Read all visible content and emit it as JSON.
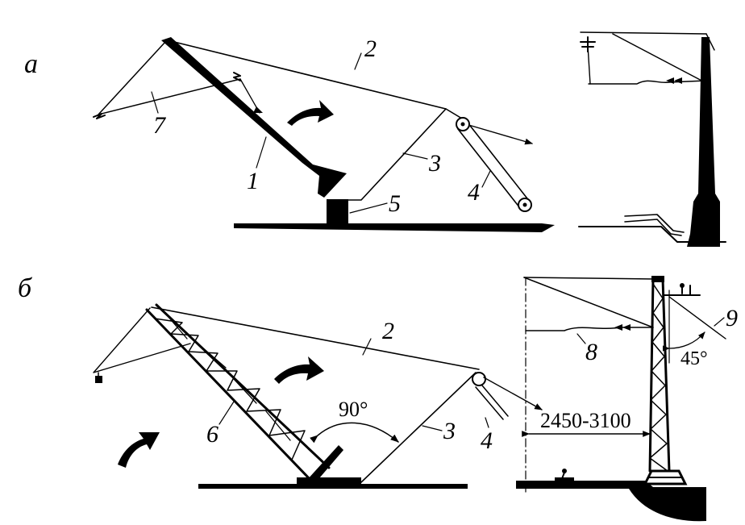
{
  "panels": {
    "a": {
      "letter": "а"
    },
    "b": {
      "letter": "б"
    }
  },
  "labels": {
    "boom": "1",
    "cable": "2",
    "rope": "3",
    "strut": "4",
    "base": "5",
    "lattice_boom": "6",
    "wire": "7",
    "catenary": "8",
    "bracket": "9"
  },
  "annotations": {
    "right_angle": "90°",
    "bracket_angle": "45°",
    "clearance": "2450-3100"
  },
  "colors": {
    "ink": "#000000",
    "paper": "#ffffff"
  }
}
